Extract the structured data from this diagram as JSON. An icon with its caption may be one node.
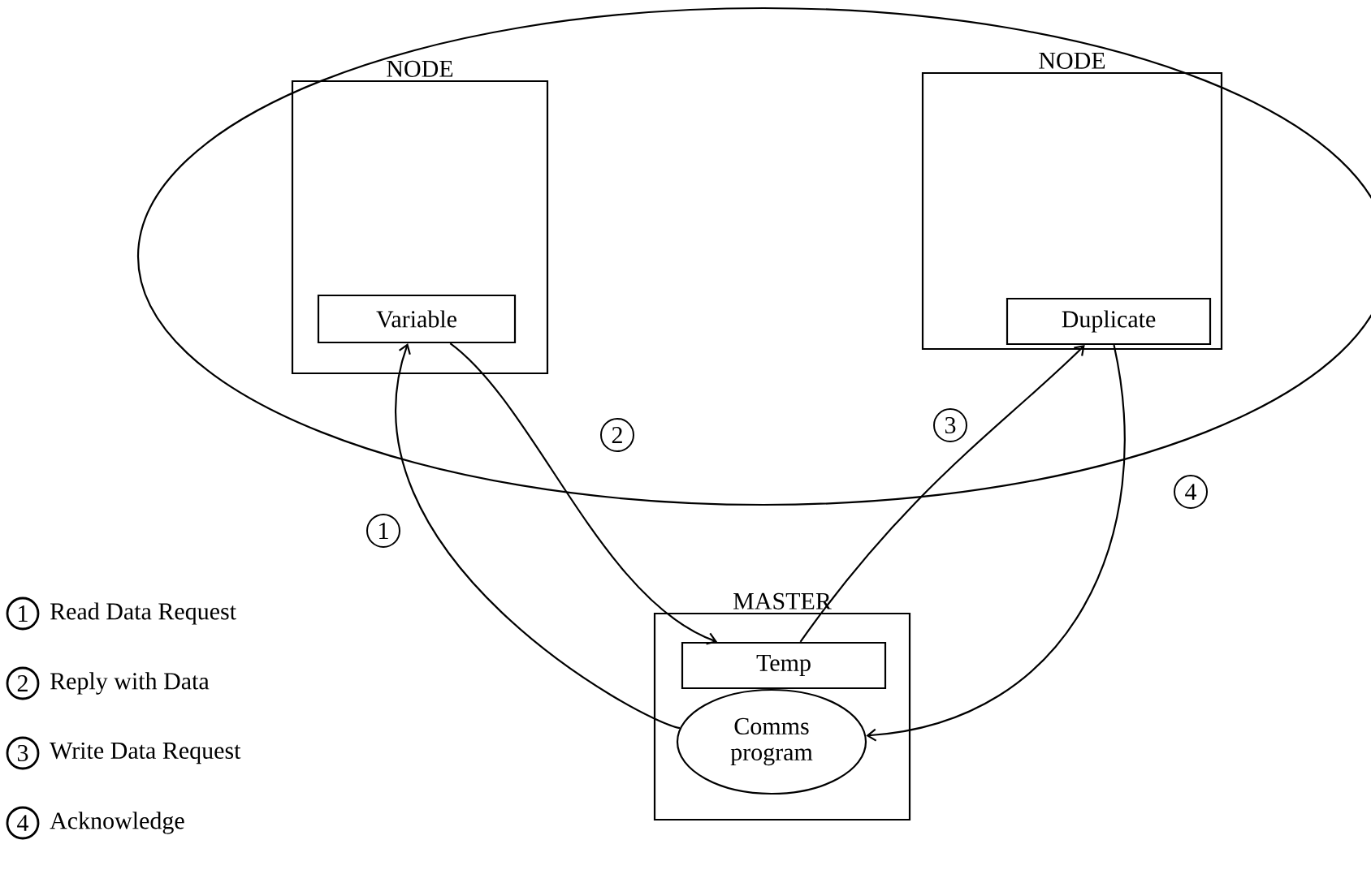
{
  "diagram": {
    "nodes": [
      {
        "text": [],
        "shape": "ellipse"
      },
      {
        "text": [
          "NODE"
        ],
        "in": 0
      },
      {
        "text": [
          "Variable"
        ],
        "in": 1
      },
      {
        "text": [
          "NODE"
        ],
        "in": 0
      },
      {
        "text": [
          "Duplicate"
        ],
        "in": 3
      },
      {
        "text": [
          "MASTER"
        ]
      },
      {
        "text": [
          "Temp"
        ],
        "in": 5
      },
      {
        "text": [
          "Comms program"
        ],
        "in": 5
      }
    ],
    "edges": [
      {
        "from": 7,
        "to": 2,
        "arrow": "to",
        "label": "1"
      },
      {
        "from": 2,
        "to": 6,
        "arrow": "to",
        "label": "2"
      },
      {
        "from": 6,
        "to": 4,
        "arrow": "to",
        "label": "3"
      },
      {
        "from": 4,
        "to": 7,
        "arrow": "to",
        "label": "4"
      }
    ],
    "labels": [
      "1",
      "Read Data Request",
      "2",
      "Reply with Data",
      "3",
      "Write Data Request",
      "4",
      "Acknowledge"
    ]
  }
}
